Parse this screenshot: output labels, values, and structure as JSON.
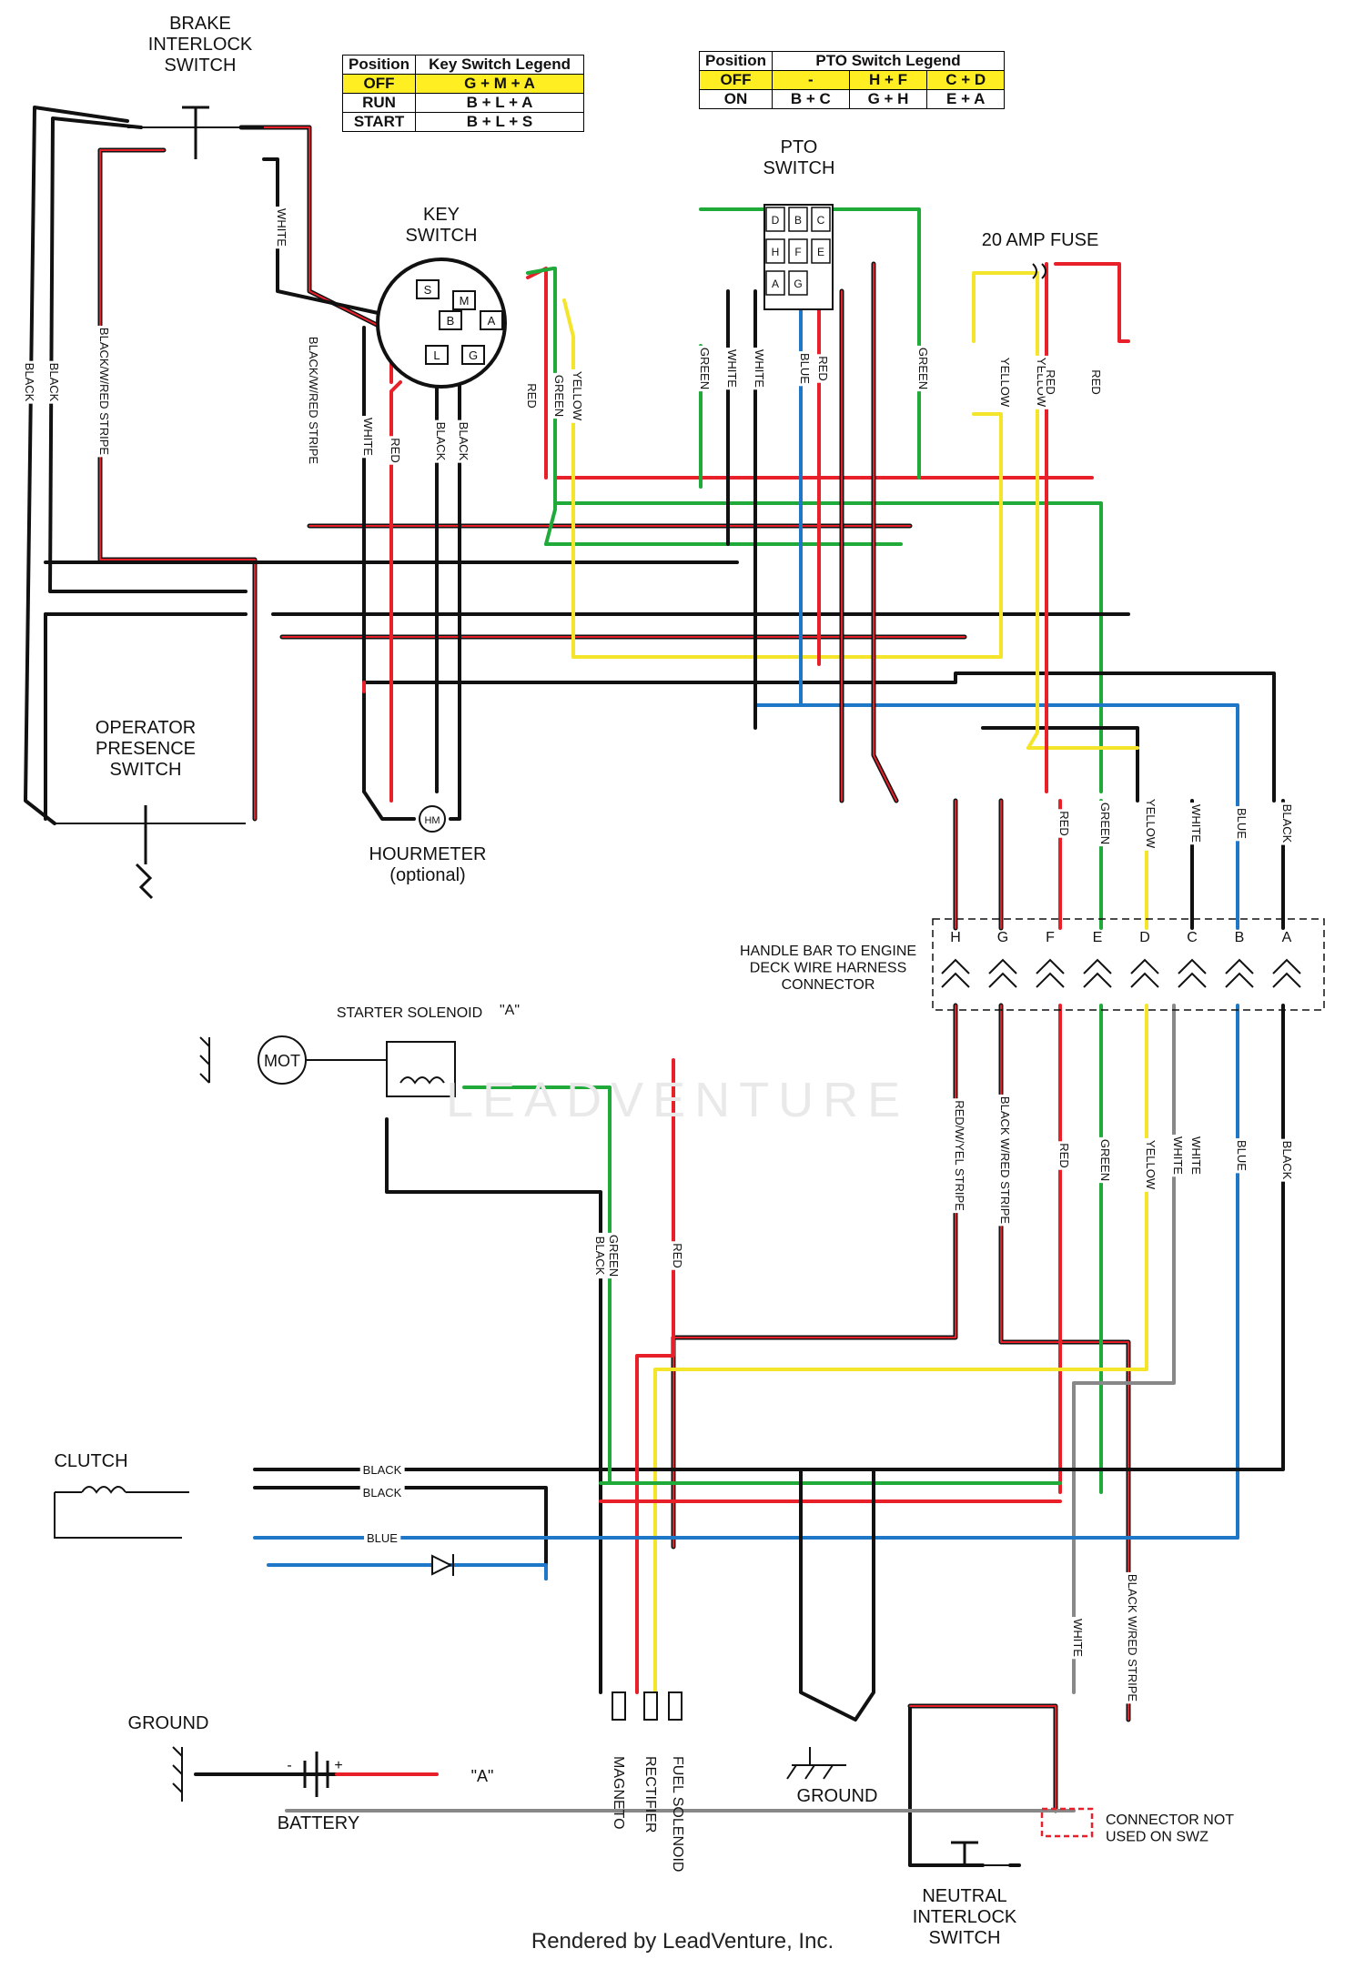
{
  "components": {
    "brake_interlock": "BRAKE\nINTERLOCK\nSWITCH",
    "key_switch": "KEY\nSWITCH",
    "pto_switch": "PTO\nSWITCH",
    "fuse": "20 AMP FUSE",
    "operator_presence": "OPERATOR\nPRESENCE\nSWITCH",
    "hourmeter": "HOURMETER\n(optional)",
    "hm": "HM",
    "harness": "HANDLE BAR TO ENGINE\nDECK WIRE HARNESS\nCONNECTOR",
    "starter_solenoid": "STARTER SOLENOID",
    "mot": "MOT",
    "a_ref": "\"A\"",
    "clutch": "CLUTCH",
    "ground_left": "GROUND",
    "battery": "BATTERY",
    "battery_minus": "-",
    "battery_plus": "+",
    "ground_mid": "GROUND",
    "magneto": "MAGNETO",
    "rectifier": "RECTIFIER",
    "fuel_solenoid": "FUEL SOLENOID",
    "neutral_interlock": "NEUTRAL\nINTERLOCK\nSWITCH",
    "connector_note": "CONNECTOR NOT\nUSED ON SWZ"
  },
  "key_switch_legend": {
    "headers": [
      "Position",
      "Key Switch Legend"
    ],
    "rows": [
      [
        "OFF",
        "G + M + A"
      ],
      [
        "RUN",
        "B + L + A"
      ],
      [
        "START",
        "B + L + S"
      ]
    ]
  },
  "pto_switch_legend": {
    "headers": [
      "Position",
      "PTO Switch Legend"
    ],
    "rows": [
      [
        "OFF",
        "-",
        "H + F",
        "C + D"
      ],
      [
        "ON",
        "B + C",
        "G + H",
        "E + A"
      ]
    ]
  },
  "key_terminals": [
    "S",
    "M",
    "B",
    "A",
    "L",
    "G"
  ],
  "pto_terminals": [
    "D",
    "B",
    "C",
    "H",
    "F",
    "E",
    "A",
    "G"
  ],
  "connector_pins": [
    "H",
    "G",
    "F",
    "E",
    "D",
    "C",
    "B",
    "A"
  ],
  "wire_labels": {
    "black": "BLACK",
    "white": "WHITE",
    "red": "RED",
    "green": "GREEN",
    "yellow": "YELLOW",
    "blue": "BLUE",
    "black_red": "BLACK/W/RED STRIPE",
    "black_red_alt": "BLACK W/RED STRIPE",
    "red_yel": "RED/W/YEL STRIPE",
    "green_black": "GREEN\nBLACK"
  },
  "colors": {
    "black": "#111111",
    "red": "#e8202a",
    "green": "#1faa3a",
    "yellow": "#f4e52a",
    "blue": "#1f77c8",
    "white_wire": "#888888",
    "orange": "#e8701a",
    "brown": "#5a2a1a",
    "legend_highlight": "#ffee22"
  },
  "watermark": "LEADVENTURE",
  "footer": "Rendered by LeadVenture, Inc."
}
